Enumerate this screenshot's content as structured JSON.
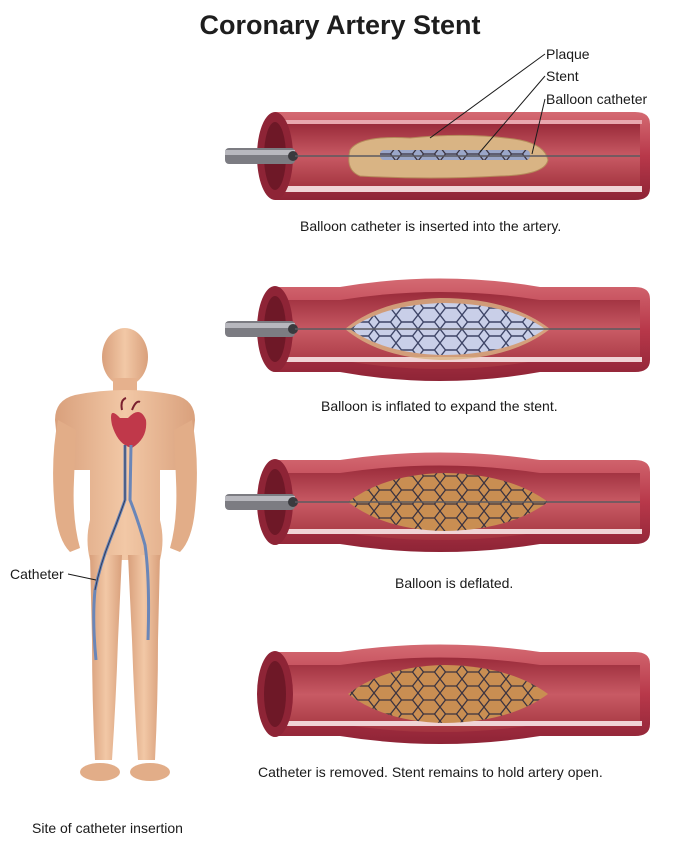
{
  "title": "Coronary Artery Stent",
  "callouts": {
    "plaque": "Plaque",
    "stent": "Stent",
    "balloon": "Balloon catheter"
  },
  "captions": [
    "Balloon catheter is inserted into the artery.",
    "Balloon is inflated to expand the stent.",
    "Balloon is deflated.",
    "Catheter is removed. Stent remains to hold artery open."
  ],
  "body_labels": {
    "catheter": "Catheter",
    "site": "Site of catheter insertion"
  },
  "colors": {
    "artery_outer": "#b8384a",
    "artery_dark": "#7a1f2e",
    "lumen": "#c85a64",
    "plaque": "#d9b484",
    "balloon": "#c9cfe8",
    "stent_mesh": "#3a3340",
    "skin": "#e9b892",
    "vessel": "#6a86b8"
  }
}
